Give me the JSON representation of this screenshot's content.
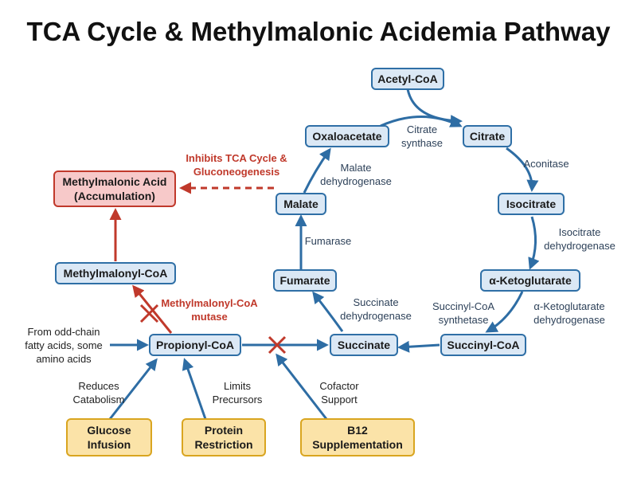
{
  "title": "TCA Cycle & Methylmalonic Acidemia Pathway",
  "colors": {
    "tca_node_fill": "#dbe8f5",
    "tca_node_stroke": "#2f6fa6",
    "arrow_blue": "#2e6da4",
    "acid_fill": "#f7c9c9",
    "acid_stroke": "#c0392b",
    "treatment_fill": "#fbe3a8",
    "treatment_stroke": "#d9a520",
    "inhibition_red": "#c0392b"
  },
  "nodes": {
    "acetyl_coa": "Acetyl-CoA",
    "oxaloacetate": "Oxaloacetate",
    "citrate": "Citrate",
    "isocitrate": "Isocitrate",
    "alpha_ketoglutarate": "α-Ketoglutarate",
    "succinyl_coa": "Succinyl-CoA",
    "succinate": "Succinate",
    "fumarate": "Fumarate",
    "malate": "Malate",
    "methylmalonic_acid": [
      "Methylmalonic Acid",
      "(Accumulation)"
    ],
    "methylmalonyl_coa": "Methylmalonyl-CoA",
    "propionyl_coa": "Propionyl-CoA",
    "glucose_infusion": [
      "Glucose",
      "Infusion"
    ],
    "protein_restriction": [
      "Protein",
      "Restriction"
    ],
    "b12_supplementation": [
      "B12",
      "Supplementation"
    ]
  },
  "enzymes": {
    "citrate_synthase": [
      "Citrate",
      "synthase"
    ],
    "aconitase": "Aconitase",
    "isocitrate_dehydrogenase": [
      "Isocitrate",
      "dehydrogenase"
    ],
    "akg_dehydrogenase": [
      "α-Ketoglutarate",
      "dehydrogenase"
    ],
    "succinyl_coa_synthetase": [
      "Succinyl-CoA",
      "synthetase"
    ],
    "succinate_dehydrogenase": [
      "Succinate",
      "dehydrogenase"
    ],
    "fumarase": "Fumarase",
    "malate_dehydrogenase": [
      "Malate",
      "dehydrogenase"
    ],
    "methylmalonyl_coa_mutase": [
      "Methylmalonyl-CoA",
      "mutase"
    ]
  },
  "annotations": {
    "inhibits": [
      "Inhibits TCA Cycle &",
      "Gluconeogenesis"
    ],
    "source": [
      "From odd-chain",
      "fatty acids, some",
      "amino acids"
    ],
    "reduces_catabolism": [
      "Reduces",
      "Catabolism"
    ],
    "limits_precursors": [
      "Limits",
      "Precursors"
    ],
    "cofactor_support": [
      "Cofactor",
      "Support"
    ]
  }
}
